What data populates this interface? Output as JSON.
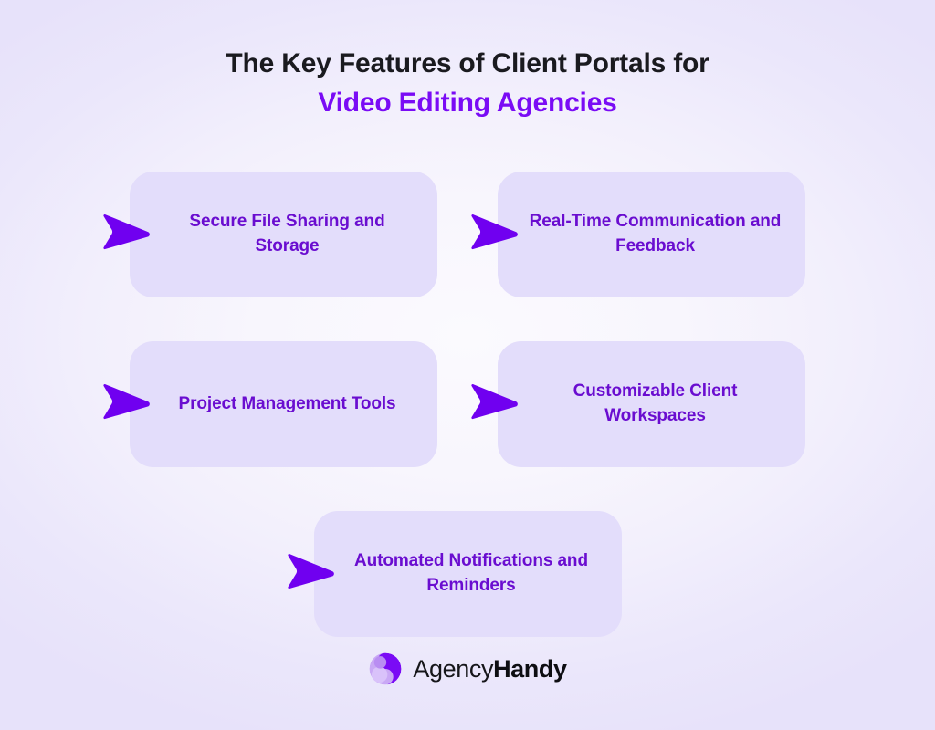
{
  "heading": {
    "line1": "The Key Features of Client Portals for",
    "line2": "Video Editing Agencies"
  },
  "features": [
    {
      "label": "Secure File Sharing and Storage",
      "arrow_icon": "arrow-right-icon"
    },
    {
      "label": "Real-Time Communication and Feedback",
      "arrow_icon": "arrow-right-icon"
    },
    {
      "label": "Project Management Tools",
      "arrow_icon": "arrow-right-icon"
    },
    {
      "label": "Customizable Client Workspaces",
      "arrow_icon": "arrow-right-icon"
    },
    {
      "label": "Automated Notifications and Reminders",
      "arrow_icon": "arrow-right-icon"
    }
  ],
  "brand": {
    "name_light": "Agency",
    "name_bold": "Handy",
    "logo_icon": "agencyhandy-logo-icon"
  },
  "colors": {
    "page_background": "#EAE6FB",
    "page_center": "#FBFAFE",
    "card_background": "#E3DDFB",
    "accent_purple": "#7A0BF5",
    "arrow_purple": "#7000F0",
    "card_text_purple": "#6A0DD0",
    "heading_dark": "#1A1A1F",
    "brand_dark": "#0E0E12",
    "logo_light_lobe": "#C9A8F5",
    "logo_mid_lobe": "#9D5CF0",
    "logo_dark_lobe": "#7A0BF5",
    "logo_pale_lobe": "#D9C2FA"
  }
}
